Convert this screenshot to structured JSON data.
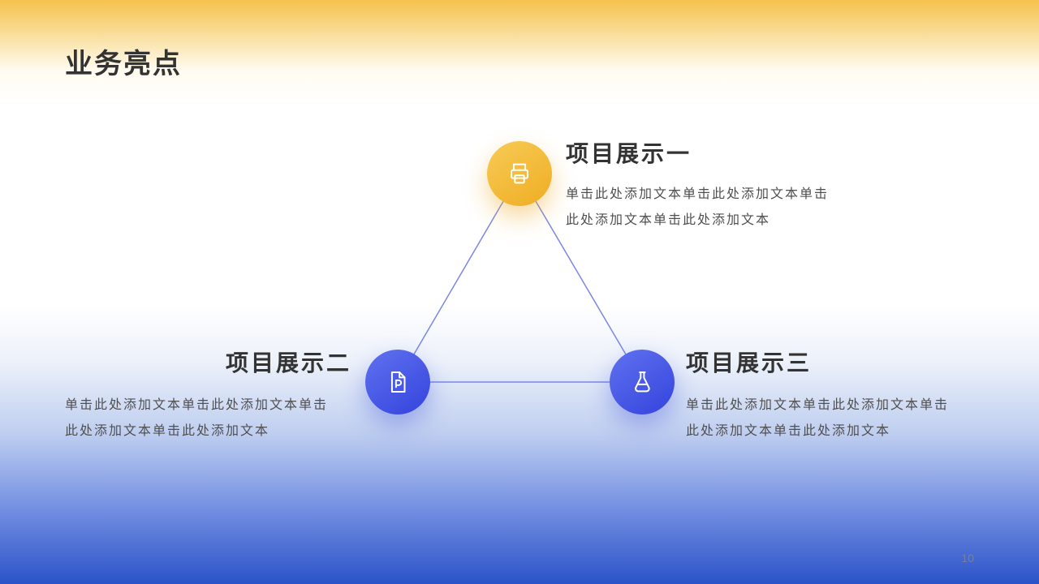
{
  "slide": {
    "title": "业务亮点",
    "page_number": "10"
  },
  "nodes": [
    {
      "title": "项目展示一",
      "icon": "printer-icon",
      "body": [
        "单击此处添加文本单击此处添加文本单击",
        "此处添加文本单击此处添加文本"
      ]
    },
    {
      "title": "项目展示二",
      "icon": "document-icon",
      "body": [
        "单击此处添加文本单击此处添加文本单击",
        "此处添加文本单击此处添加文本"
      ]
    },
    {
      "title": "项目展示三",
      "icon": "flask-icon",
      "body": [
        "单击此处添加文本单击此处添加文本单击",
        "此处添加文本单击此处添加文本"
      ]
    }
  ],
  "colors": {
    "bg_top": "#F5C24C",
    "bg_bottom": "#2B53C9",
    "accent_yellow": "#EFAD24",
    "accent_blue": "#3D4FE0",
    "line_color": "#7B87E8",
    "title_color": "#333333",
    "body_color": "#4F4F4F",
    "page_number_color": "#76809E"
  }
}
